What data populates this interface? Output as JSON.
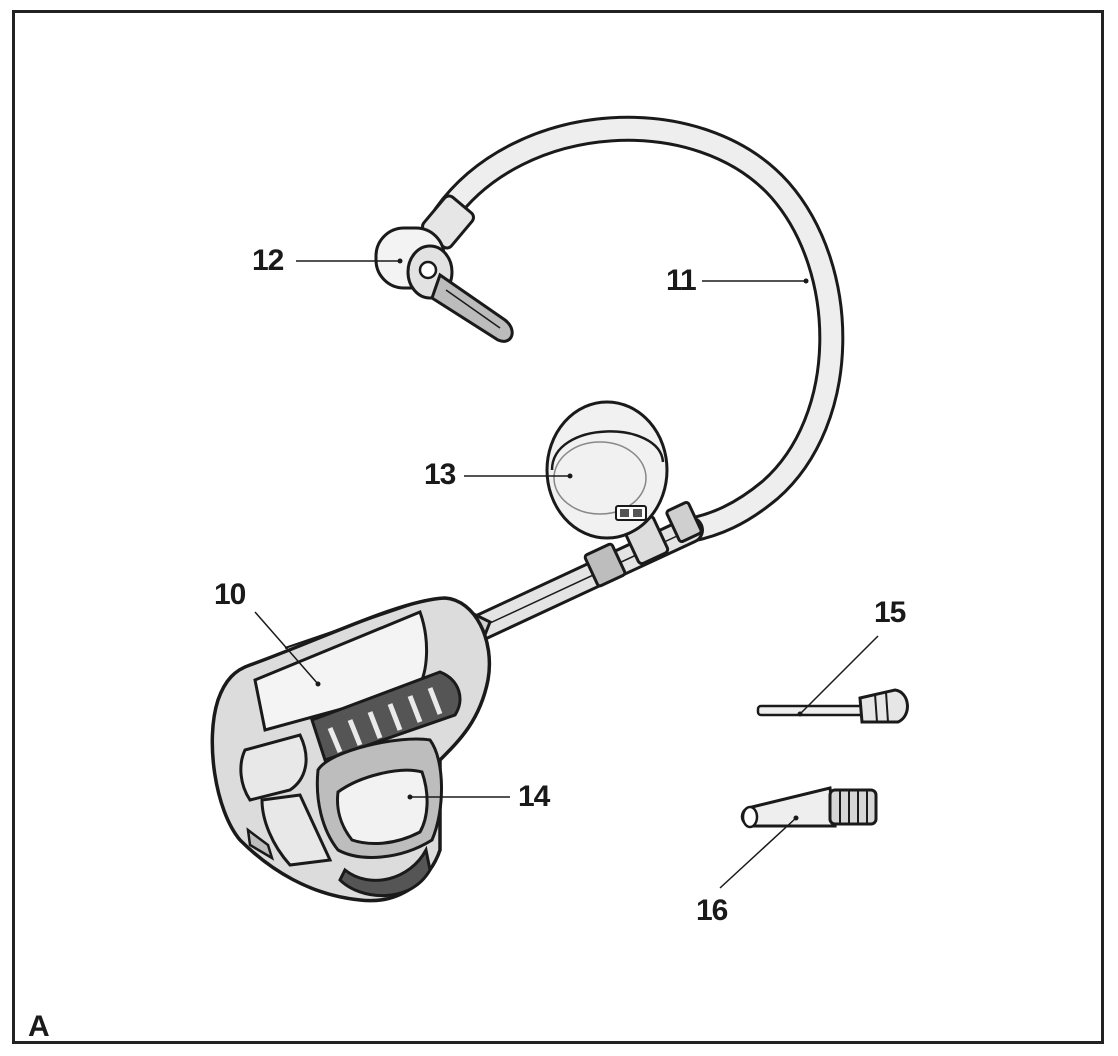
{
  "figure": {
    "label": "A",
    "colors": {
      "ink": "#1a1a1a",
      "body_fill": "#d6d6d6",
      "dark_fill": "#555555",
      "light_fill": "#eeeeee"
    }
  },
  "callouts": [
    {
      "id": "10",
      "label": "10"
    },
    {
      "id": "11",
      "label": "11"
    },
    {
      "id": "12",
      "label": "12"
    },
    {
      "id": "13",
      "label": "13"
    },
    {
      "id": "14",
      "label": "14"
    },
    {
      "id": "15",
      "label": "15"
    },
    {
      "id": "16",
      "label": "16"
    }
  ]
}
